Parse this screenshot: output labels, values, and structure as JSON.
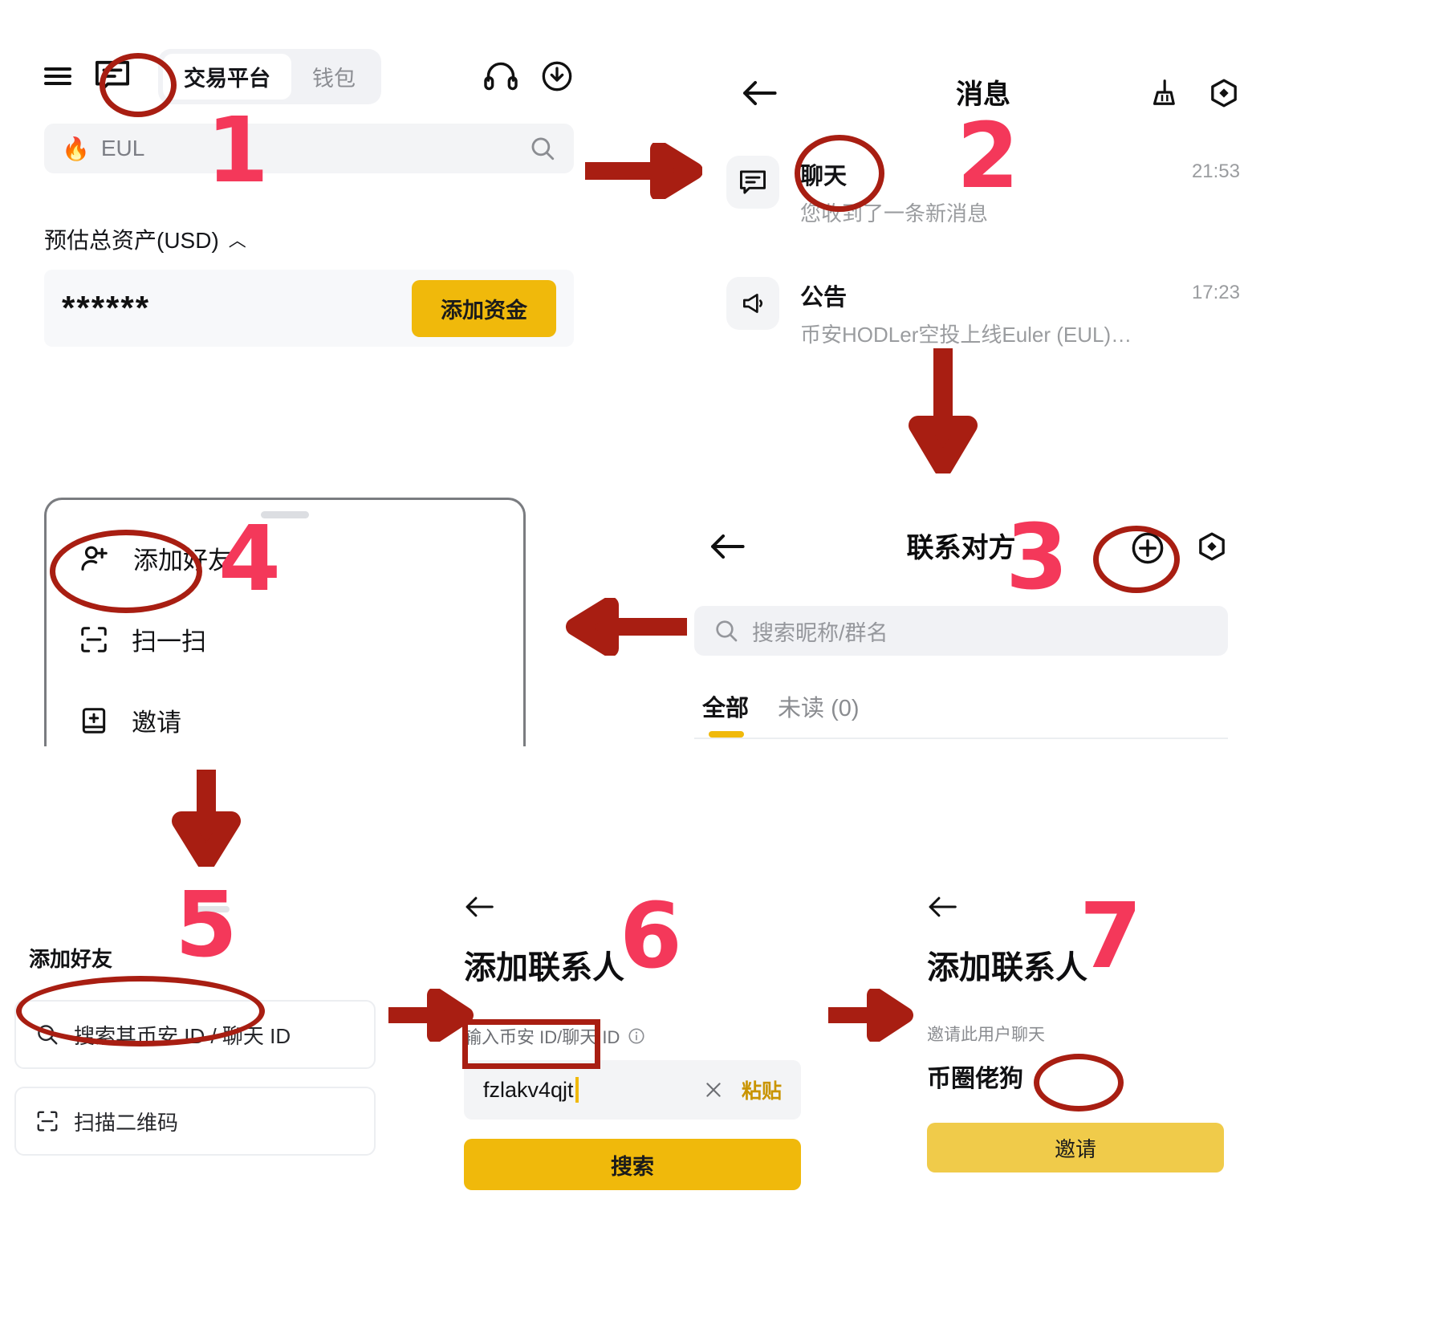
{
  "meta": {
    "accent_yellow": "#f0b90b",
    "annotation_red": "#a81e12",
    "step_pink": "#f4385a"
  },
  "panel1": {
    "tabs": [
      {
        "label": "交易平台",
        "active": true
      },
      {
        "label": "钱包",
        "active": false
      }
    ],
    "search_value": "EUL",
    "search_flame": "🔥",
    "assets_label": "预估总资产(USD)",
    "assets_caret": "︿",
    "assets_value": "******",
    "add_funds_label": "添加资金",
    "step": "1"
  },
  "panel2": {
    "title": "消息",
    "step": "2",
    "rows": [
      {
        "title": "聊天",
        "subtitle": "您收到了一条新消息",
        "time": "21:53",
        "icon": "chat-bubble-icon"
      },
      {
        "title": "公告",
        "subtitle": "币安HODLer空投上线Euler (EUL)…",
        "time": "17:23",
        "icon": "megaphone-icon"
      }
    ]
  },
  "panel3": {
    "title": "联系对方",
    "step": "3",
    "search_placeholder": "搜索昵称/群名",
    "tabs": [
      {
        "label": "全部",
        "active": true
      },
      {
        "label": "未读 (0)",
        "active": false
      }
    ]
  },
  "panel4": {
    "step": "4",
    "items": [
      {
        "label": "添加好友",
        "icon": "person-add-icon"
      },
      {
        "label": "扫一扫",
        "icon": "scan-icon"
      },
      {
        "label": "邀请",
        "icon": "invite-book-icon"
      }
    ]
  },
  "panel5": {
    "step": "5",
    "title": "添加好友",
    "items": [
      {
        "label": "搜索其币安 ID / 聊天 ID",
        "icon": "search-icon"
      },
      {
        "label": "扫描二维码",
        "icon": "scan-icon"
      }
    ]
  },
  "panel6": {
    "step": "6",
    "title": "添加联系人",
    "field_label": "输入币安 ID/聊天 ID",
    "field_info_icon": "info-icon",
    "input_value": "fzlakv4qjt",
    "clear_icon": "close-icon",
    "paste_label": "粘贴",
    "submit_label": "搜索"
  },
  "panel7": {
    "step": "7",
    "title": "添加联系人",
    "subtitle": "邀请此用户聊天",
    "name": "币圈佬狗",
    "invite_label": "邀请"
  }
}
